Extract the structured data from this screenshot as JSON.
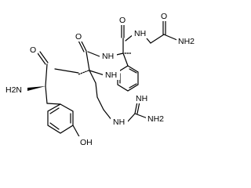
{
  "molecule": {
    "atom_labels": {
      "gly_amide_o": "O",
      "gly_amide_n": "NH2",
      "gly_nh": "NH",
      "phe_o": "O",
      "arg_nh": "NH",
      "arg_o": "O",
      "tyr_nh": "NH",
      "tyr_nh2": "H2N",
      "guan_nh": "NH",
      "guan_nh_eq": "NH",
      "guan_nh2": "NH2",
      "tyr_oh": "OH"
    }
  }
}
